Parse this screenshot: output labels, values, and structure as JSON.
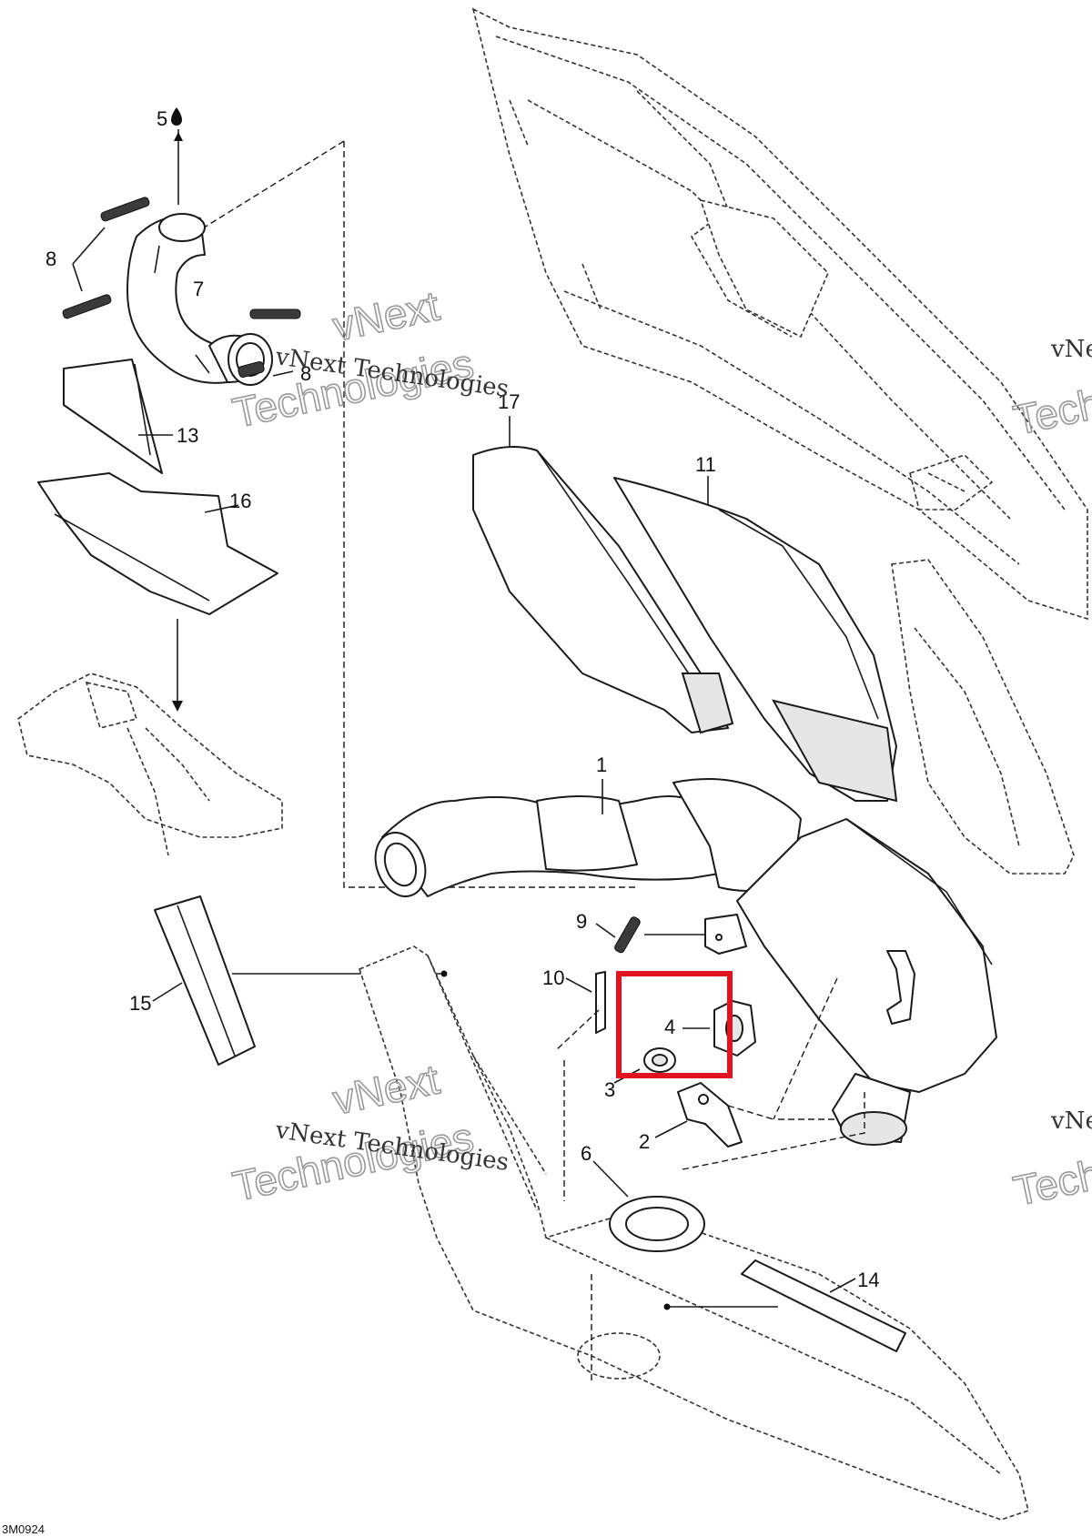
{
  "diagram_code": "3M0924",
  "callouts": {
    "c1": "1",
    "c2": "2",
    "c3": "3",
    "c4": "4",
    "c5": "5",
    "c6": "6",
    "c7": "7",
    "c8a": "8",
    "c8b": "8",
    "c9": "9",
    "c10": "10",
    "c11": "11",
    "c13": "13",
    "c14": "14",
    "c15": "15",
    "c16": "16",
    "c17": "17"
  },
  "watermark": {
    "line1": "vNext Technologies",
    "line2": "vNext",
    "line3": "Technologies"
  },
  "highlight": {
    "color": "#e0141e",
    "target_callout": "4"
  }
}
